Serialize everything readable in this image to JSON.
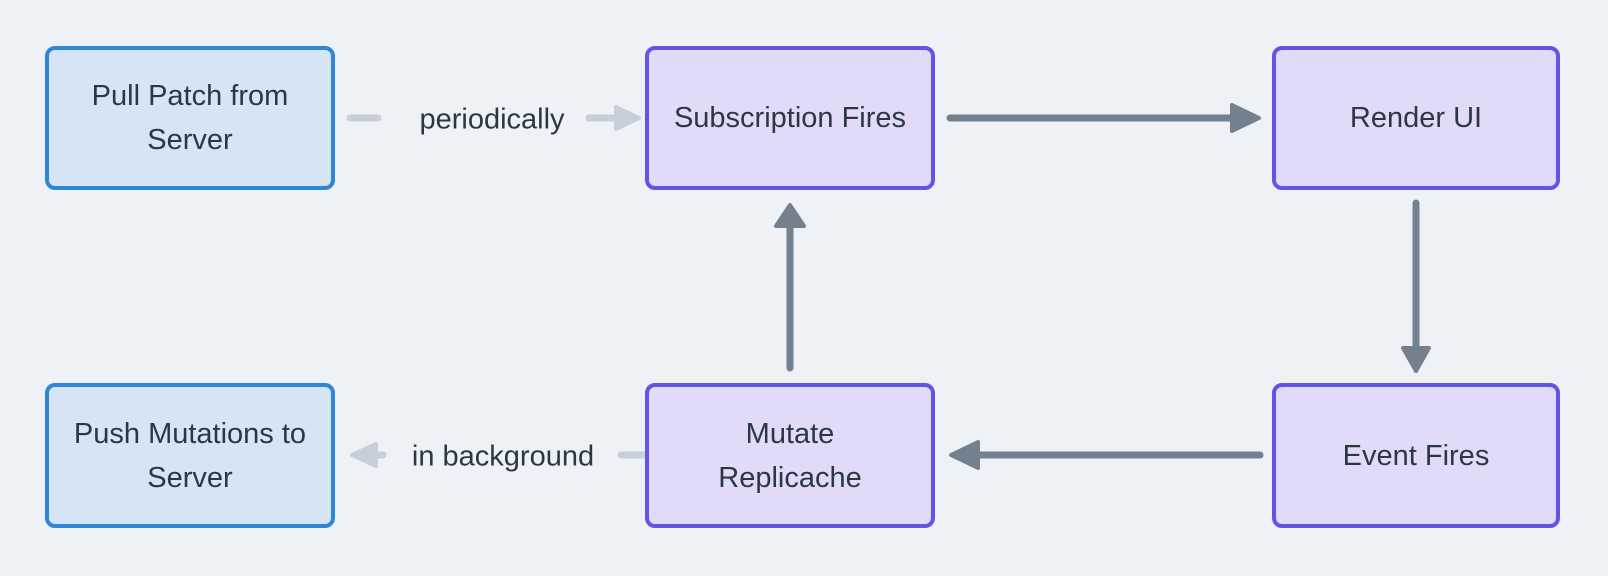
{
  "diagram": {
    "type": "flowchart",
    "nodes": [
      {
        "id": "pull-patch",
        "label": "Pull Patch from Server",
        "style": "blue"
      },
      {
        "id": "subscription-fires",
        "label": "Subscription Fires",
        "style": "purple"
      },
      {
        "id": "render-ui",
        "label": "Render UI",
        "style": "purple"
      },
      {
        "id": "push-mutations",
        "label": "Push Mutations to Server",
        "style": "blue"
      },
      {
        "id": "mutate-replicache",
        "label": "Mutate Replicache",
        "style": "purple"
      },
      {
        "id": "event-fires",
        "label": "Event Fires",
        "style": "purple"
      }
    ],
    "edges": [
      {
        "from": "pull-patch",
        "to": "subscription-fires",
        "label": "periodically",
        "style": "light"
      },
      {
        "from": "subscription-fires",
        "to": "render-ui",
        "label": "",
        "style": "dark"
      },
      {
        "from": "render-ui",
        "to": "event-fires",
        "label": "",
        "style": "dark"
      },
      {
        "from": "event-fires",
        "to": "mutate-replicache",
        "label": "",
        "style": "dark"
      },
      {
        "from": "mutate-replicache",
        "to": "subscription-fires",
        "label": "",
        "style": "dark"
      },
      {
        "from": "mutate-replicache",
        "to": "push-mutations",
        "label": "in background",
        "style": "light"
      }
    ],
    "colors": {
      "background": "#eef2f6",
      "blue_border": "#2e86d8",
      "blue_fill": "#d5e5f6",
      "purple_border": "#6254e8",
      "purple_fill": "#e1dbf9",
      "dark_arrow": "#73808e",
      "light_arrow": "#c7cfda",
      "text": "#2b3844"
    }
  }
}
